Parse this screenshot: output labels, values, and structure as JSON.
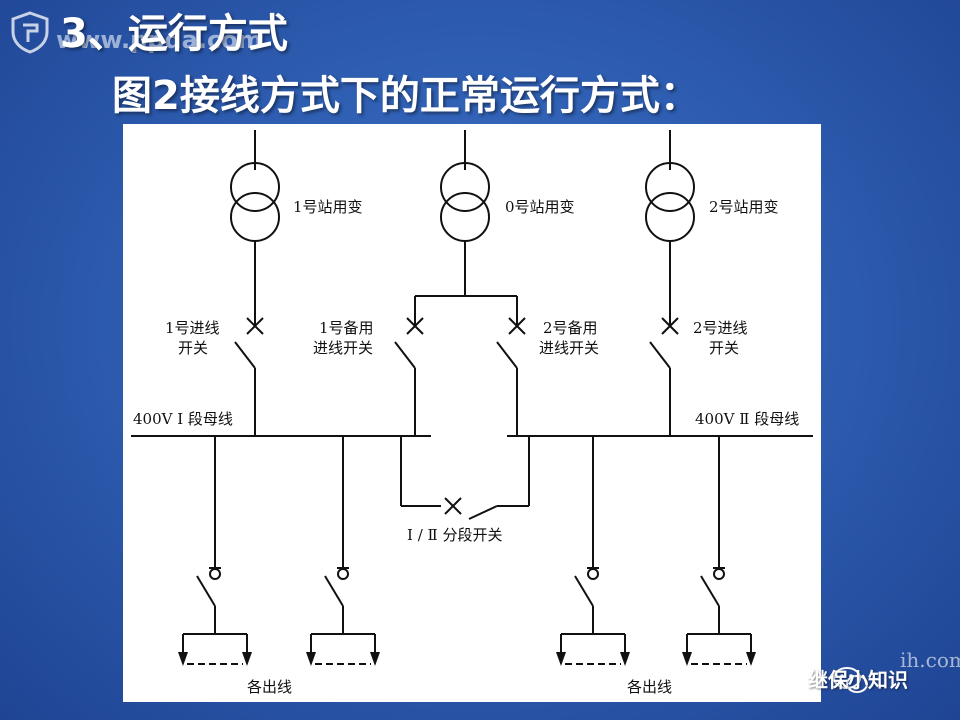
{
  "slide": {
    "heading": "3、运行方式",
    "subheading": "图2接线方式下的正常运行方式：",
    "watermark": "www.ppda.com"
  },
  "diagram": {
    "transformers": [
      {
        "id": "t1",
        "label": "1号站用变"
      },
      {
        "id": "t0",
        "label": "0号站用变"
      },
      {
        "id": "t2",
        "label": "2号站用变"
      }
    ],
    "switches": {
      "incoming_1": [
        "1号进线",
        "开关"
      ],
      "backup_1": [
        "1号备用",
        "进线开关"
      ],
      "backup_2": [
        "2号备用",
        "进线开关"
      ],
      "incoming_2": [
        "2号进线",
        "开关"
      ]
    },
    "bus_1": "400V Ⅰ 段母线",
    "bus_2": "400V Ⅱ 段母线",
    "section_switch": "Ⅰ / Ⅱ 分段开关",
    "outgoing_left": "各出线",
    "outgoing_right": "各出线"
  },
  "watermarks": {
    "wechat_account": "继保小知识",
    "site_fragment": "ih.com"
  }
}
